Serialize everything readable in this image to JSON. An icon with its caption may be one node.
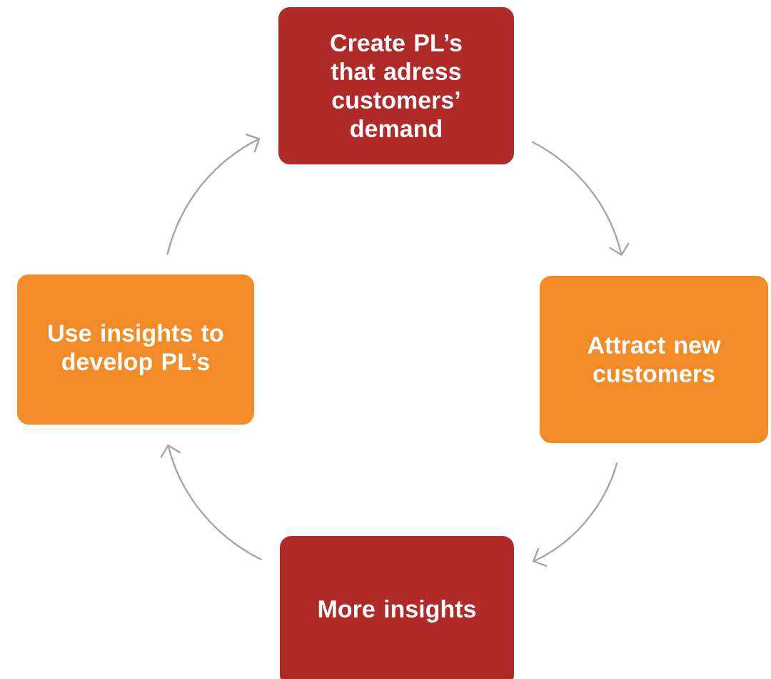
{
  "diagram": {
    "nodes": [
      {
        "text": [
          "Create PL’s that adress customers’ demand"
        ]
      },
      {
        "text": [
          "Attract new customers"
        ]
      },
      {
        "text": [
          "More insights"
        ]
      },
      {
        "text": [
          "Use insights to develop PL’s"
        ]
      }
    ],
    "edges": [
      {
        "from": 0,
        "to": 1,
        "arrow": "to"
      },
      {
        "from": 1,
        "to": 2,
        "arrow": "to"
      },
      {
        "from": 2,
        "to": 3,
        "arrow": "to"
      },
      {
        "from": 3,
        "to": 0,
        "arrow": "to"
      }
    ]
  }
}
